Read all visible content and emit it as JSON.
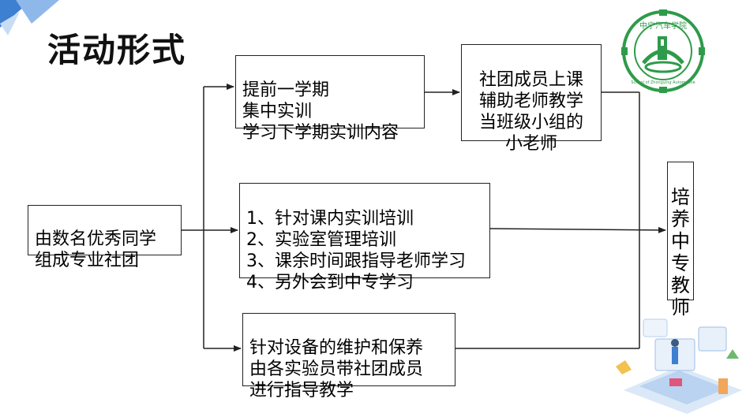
{
  "title": "活动形式",
  "source": {
    "text": "由数名优秀同学\n组成专业社团"
  },
  "top_box": {
    "text": "提前一学期\n集中实训\n学习下学期实训内容"
  },
  "top_right_box": {
    "text": "社团成员上课\n辅助老师教学\n当班级小组的\n小老师"
  },
  "middle_box": {
    "text": "1、针对课内实训培训\n2、实验室管理培训\n3、课余时间跟指导老师学习\n4、另外会到中专学习"
  },
  "bottom_box": {
    "text": "针对设备的维护和保养\n由各实验员带社团成员\n进行指导教学"
  },
  "result_box": {
    "text": "培\n养\n中\n专\n教\n师"
  },
  "logo": {
    "arc_text": "中宁汽车学院",
    "ring_text": "School of Zhongying Automobile",
    "color": "#2e9b4a"
  },
  "colors": {
    "accent_blue": "#4a8fd6",
    "line": "#222222"
  }
}
